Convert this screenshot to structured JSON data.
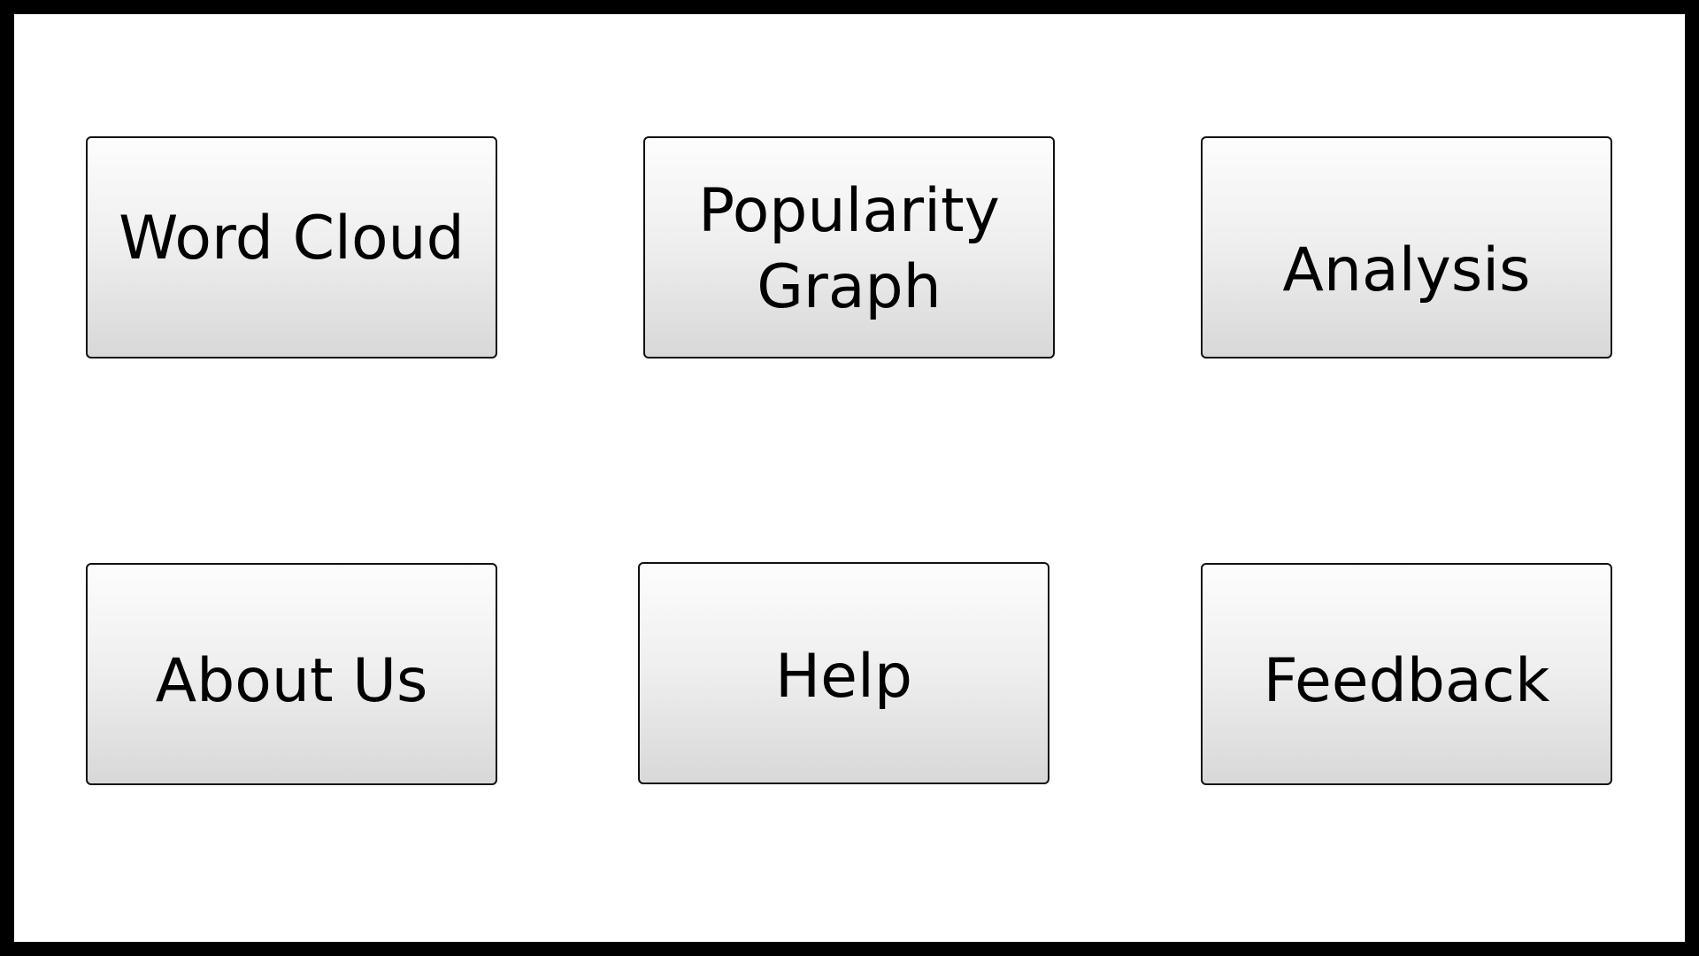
{
  "menu": {
    "word_cloud": "Word Cloud",
    "popularity_graph": "Popularity\nGraph",
    "analysis": "Analysis",
    "about_us": "About Us",
    "help": "Help",
    "feedback": "Feedback"
  },
  "colors": {
    "frame": "#000000",
    "background": "#ffffff",
    "button_border": "#111111",
    "button_gradient_top": "#fdfdfd",
    "button_gradient_bottom": "#d8d8d8"
  }
}
